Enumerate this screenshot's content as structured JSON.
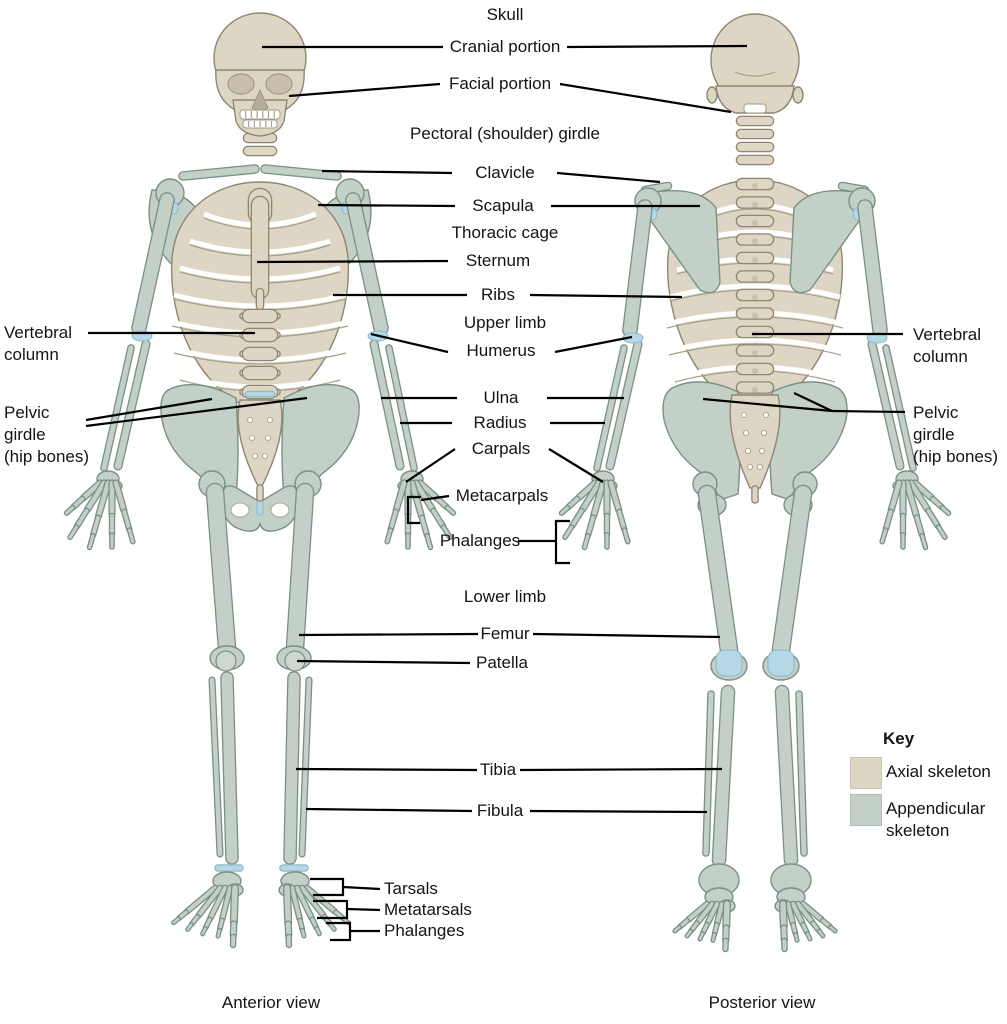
{
  "labels": {
    "skull": "Skull",
    "cranial": "Cranial portion",
    "facial": "Facial portion",
    "pectoral": "Pectoral (shoulder) girdle",
    "clavicle": "Clavicle",
    "scapula": "Scapula",
    "thoracic": "Thoracic cage",
    "sternum": "Sternum",
    "ribs": "Ribs",
    "upper_limb": "Upper limb",
    "humerus": "Humerus",
    "ulna": "Ulna",
    "radius": "Radius",
    "carpals": "Carpals",
    "metacarpals": "Metacarpals",
    "phalanges_hand": "Phalanges",
    "lower_limb": "Lower limb",
    "femur": "Femur",
    "patella": "Patella",
    "tibia": "Tibia",
    "fibula": "Fibula",
    "tarsals": "Tarsals",
    "metatarsals": "Metatarsals",
    "phalanges_foot": "Phalanges",
    "vertebral_left": "Vertebral\ncolumn",
    "vertebral_right": "Vertebral\ncolumn",
    "pelvic_left": "Pelvic\ngirdle\n(hip bones)",
    "pelvic_right": "Pelvic\ngirdle\n(hip bones)",
    "anterior_view": "Anterior view",
    "posterior_view": "Posterior view"
  },
  "key": {
    "title": "Key",
    "items": [
      {
        "label": "Axial skeleton",
        "color": "#ded6c4"
      },
      {
        "label": "Appendicular\nskeleton",
        "color": "#c2d0c7"
      }
    ]
  },
  "colors": {
    "axial": "#ded6c4",
    "appendicular": "#c2d0c7",
    "joint_blue": "#b5d8e6",
    "leader_line": "#000000"
  }
}
